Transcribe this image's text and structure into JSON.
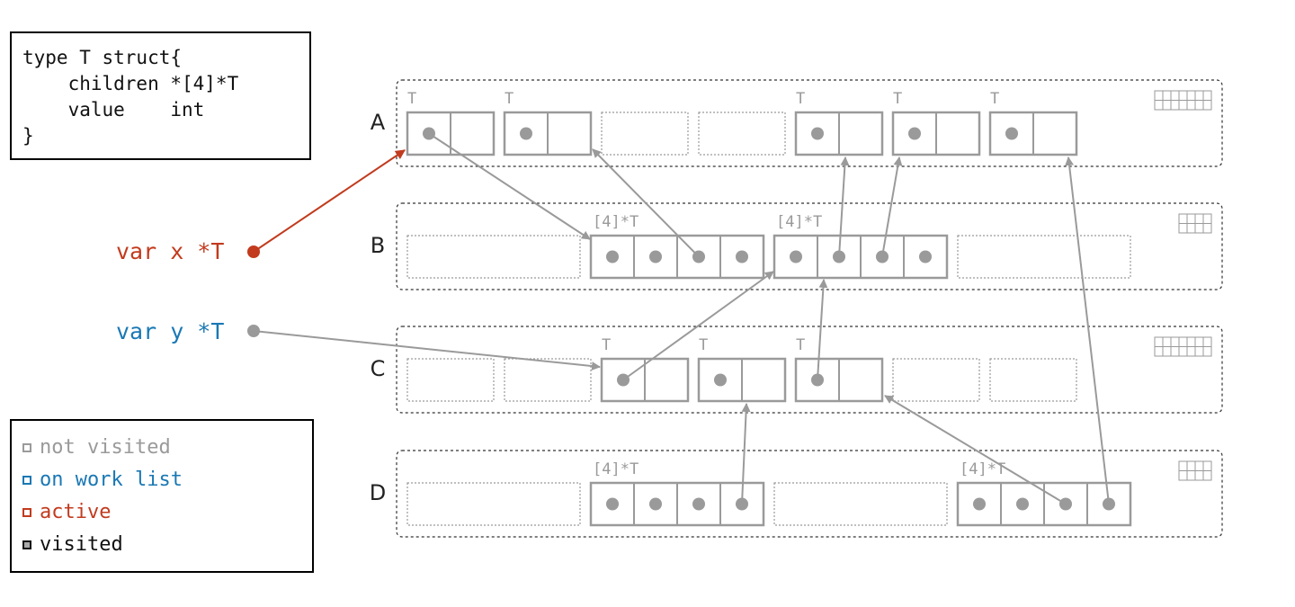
{
  "code": {
    "lines": [
      "type T struct{",
      "    children *[4]*T",
      "    value    int",
      "}"
    ]
  },
  "variables": {
    "x": {
      "label": "var x *T",
      "color": "#c23b1e",
      "state": "active"
    },
    "y": {
      "label": "var y *T",
      "color": "#1a78b4",
      "state": "on work list"
    }
  },
  "legend": {
    "items": [
      {
        "label": "not visited",
        "text_color": "#9a9a9a",
        "swatch_border": "#9a9a9a",
        "swatch_fill": "#ffffff"
      },
      {
        "label": "on work list",
        "text_color": "#1a78b4",
        "swatch_border": "#1a78b4",
        "swatch_fill": "#ffffff"
      },
      {
        "label": "active",
        "text_color": "#c23b1e",
        "swatch_border": "#c23b1e",
        "swatch_fill": "#ffffff"
      },
      {
        "label": "visited",
        "text_color": "#111111",
        "swatch_border": "#111111",
        "swatch_fill": "#aaaaaa"
      }
    ]
  },
  "pages": [
    {
      "label": "A",
      "object_type": "T",
      "slots": [
        "T",
        "T",
        "free",
        "free",
        "T",
        "T",
        "T",
        "empty"
      ]
    },
    {
      "label": "B",
      "object_type": "[4]*T",
      "slots": [
        "free",
        "[4]*T",
        "[4]*T",
        "free"
      ]
    },
    {
      "label": "C",
      "object_type": "T",
      "slots": [
        "free",
        "free",
        "T",
        "T",
        "T",
        "free",
        "free",
        "empty"
      ]
    },
    {
      "label": "D",
      "object_type": "[4]*T",
      "slots": [
        "free",
        "[4]*T",
        "free",
        "[4]*T"
      ]
    }
  ],
  "colors": {
    "object_border": "#9a9a9a",
    "pointer": "#9a9a9a",
    "active_pointer": "#c23b1e",
    "page_border": "#333333"
  }
}
